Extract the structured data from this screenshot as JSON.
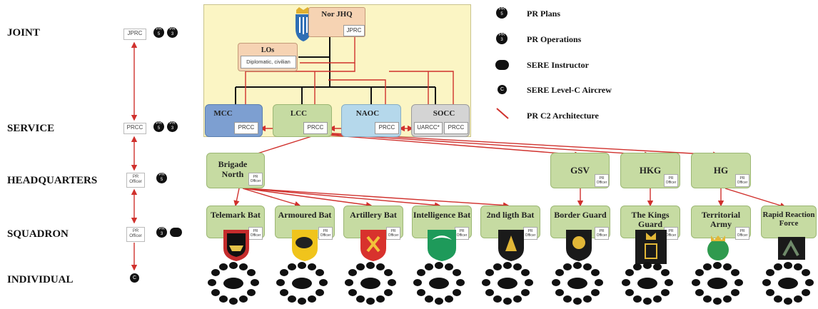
{
  "levels": {
    "joint": "JOINT",
    "service": "SERVICE",
    "headquarters": "HEADQUARTERS",
    "squadron": "SQUADRON",
    "individual": "INDIVIDUAL"
  },
  "left_tags": {
    "jprc": "JPRC",
    "prcc": "PRCC",
    "pr_officer_hq": "PR Officer",
    "pr_officer_sq": "PR Officer"
  },
  "badges": {
    "pr": "PR",
    "five": "5",
    "three": "3",
    "c": "C"
  },
  "legend": {
    "plans": "PR Plans",
    "operations": "PR Operations",
    "sere_instructor": "SERE Instructor",
    "sere_c": "SERE Level-C Aircrew",
    "c2": "PR C2 Architecture"
  },
  "joint": {
    "title": "Nor JHQ",
    "jprc": "JPRC",
    "los_title": "LOs",
    "los_sub": "Diplomatic, civilian"
  },
  "service": {
    "mcc": "MCC",
    "lcc": "LCC",
    "naoc": "NAOC",
    "socc": "SOCC",
    "prcc": "PRCC",
    "uarcc": "UARCC*"
  },
  "hq": {
    "brigade": "Brigade North",
    "gsv": "GSV",
    "hkg": "HKG",
    "hg": "HG",
    "officer": "PR Officer"
  },
  "units": [
    "Telemark Bat",
    "Armoured Bat",
    "Artillery Bat",
    "Intelligence Bat",
    "2nd ligth Bat",
    "Border Guard",
    "The Kings Guard",
    "Territorial Army",
    "Rapid Reaction Force"
  ],
  "colors": {
    "arrow": "#d0312d",
    "joint_bg": "#fbf5c4",
    "green": "#c6dba2",
    "mcc": "#7d9fd1",
    "naoc": "#b5d8eb",
    "socc": "#d4d4d4",
    "los": "#f6d3b3"
  }
}
